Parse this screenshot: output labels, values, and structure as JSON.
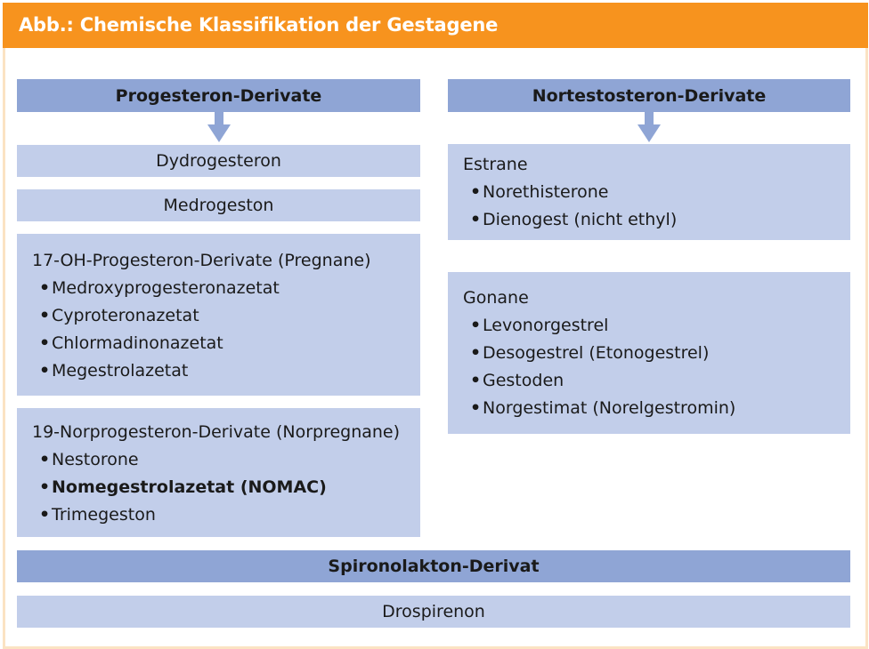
{
  "title": "Abb.: Chemische Klassifikation der Gestagene",
  "colors": {
    "title_bg": "#f7931e",
    "frame": "#fbe3c3",
    "header_bg": "#8fa5d5",
    "item_bg": "#c2ceea",
    "arrow": "#8fa5d5"
  },
  "left": {
    "header": "Progesteron-Derivate",
    "items": [
      "Dydrogesteron",
      "Medrogeston"
    ],
    "groups": [
      {
        "title": "17-OH-Progesteron-Derivate (Pregnane)",
        "bullets": [
          {
            "text": "Medroxyprogesteronazetat",
            "bold": false
          },
          {
            "text": "Cyproteronazetat",
            "bold": false
          },
          {
            "text": "Chlormadinonazetat",
            "bold": false
          },
          {
            "text": "Megestrolazetat",
            "bold": false
          }
        ]
      },
      {
        "title": "19-Norprogesteron-Derivate (Norpregnane)",
        "bullets": [
          {
            "text": "Nestorone",
            "bold": false
          },
          {
            "text": "Nomegestrolazetat (NOMAC)",
            "bold": true
          },
          {
            "text": "Trimegeston",
            "bold": false
          }
        ]
      }
    ]
  },
  "right": {
    "header": "Nortestosteron-Derivate",
    "groups": [
      {
        "title": "Estrane",
        "bullets": [
          {
            "text": "Norethisterone",
            "bold": false
          },
          {
            "text": "Dienogest (nicht ethyl)",
            "bold": false
          }
        ]
      },
      {
        "title": "Gonane",
        "bullets": [
          {
            "text": "Levonorgestrel",
            "bold": false
          },
          {
            "text": "Desogestrel (Etonogestrel)",
            "bold": false
          },
          {
            "text": "Gestoden",
            "bold": false
          },
          {
            "text": "Norgestimat (Norelgestromin)",
            "bold": false
          }
        ]
      }
    ]
  },
  "bottom": {
    "header": "Spironolakton-Derivat",
    "item": "Drospirenon"
  }
}
